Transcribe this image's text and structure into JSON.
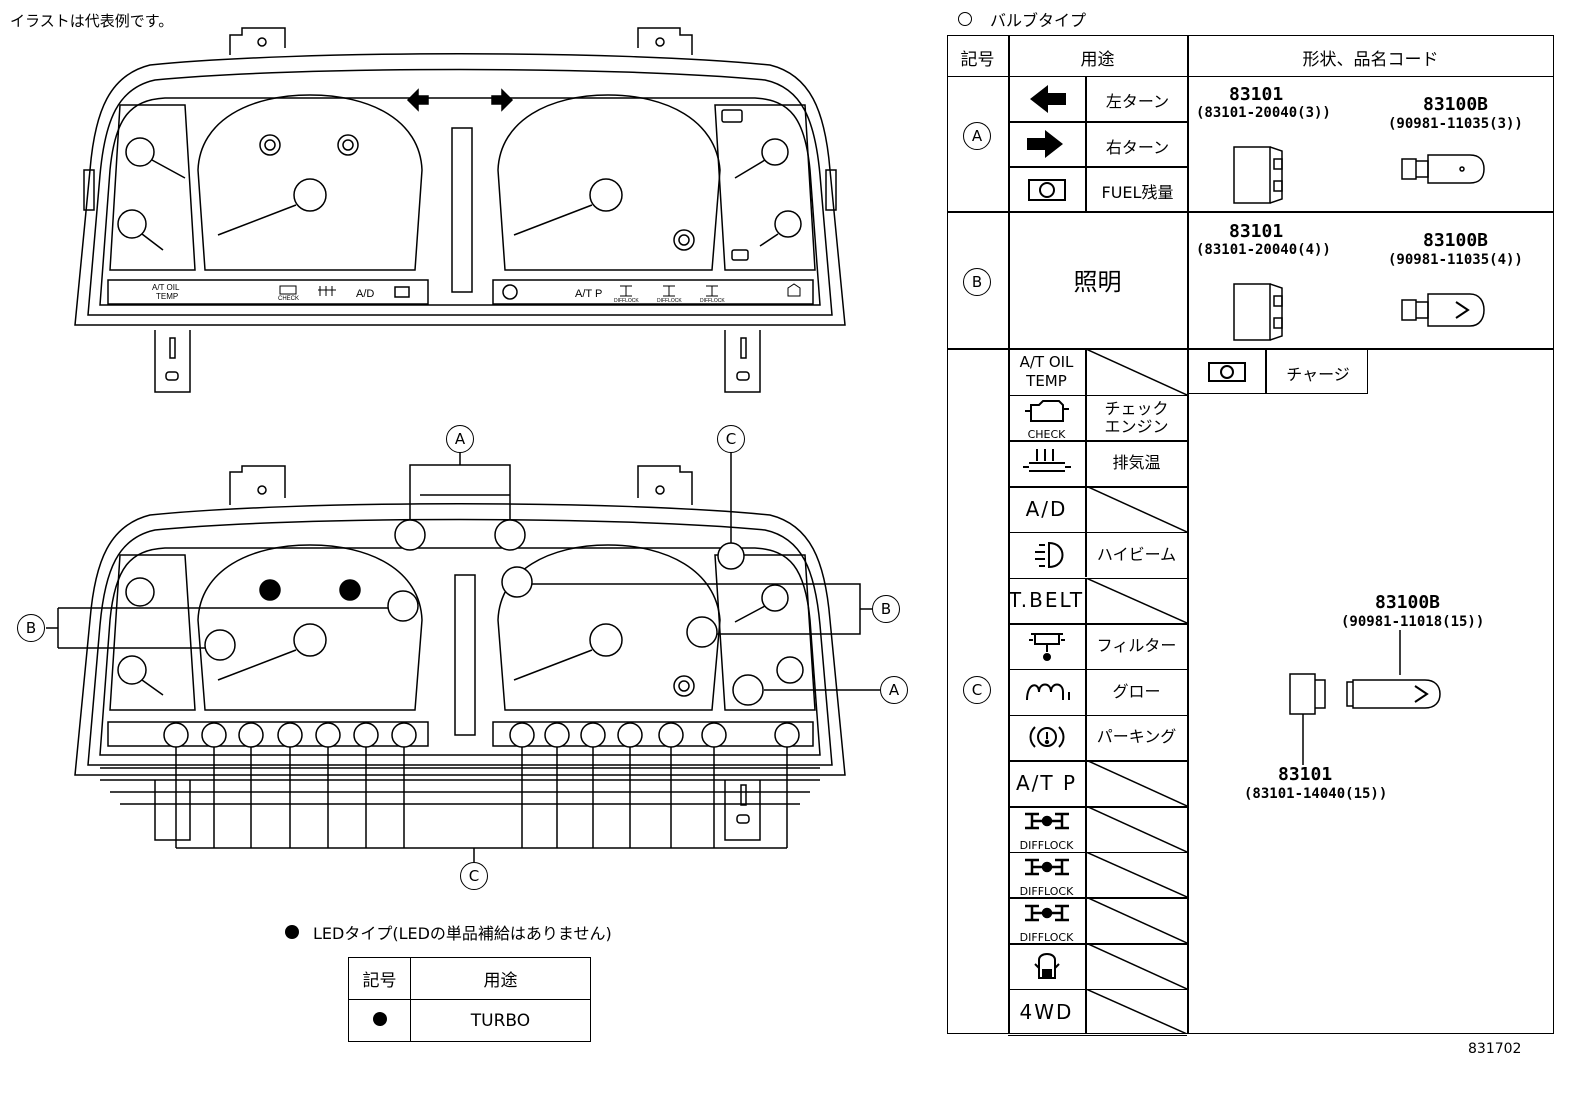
{
  "note": "イラストは代表例です。",
  "legend": {
    "bulb_type": "バルブタイプ",
    "led_type": "LEDタイプ(LEDの単品補給はありません)"
  },
  "callouts": {
    "a": "A",
    "b": "B",
    "c": "C"
  },
  "panel_labels": {
    "at_oil": "A/T OIL",
    "temp": "TEMP",
    "check": "CHECK",
    "ad": "A/D",
    "atp": "A/T P",
    "difflock": "DIFFLOCK"
  },
  "led_table": {
    "headers": [
      "記号",
      "用途"
    ],
    "rows": [
      {
        "use": "TURBO"
      }
    ]
  },
  "bulb_table": {
    "headers": [
      "記号",
      "用途",
      "形状、品名コード"
    ],
    "group_a": {
      "symbol": "A",
      "rows": [
        "左ターン",
        "右ターン",
        "FUEL残量"
      ],
      "part1": {
        "num": "83101",
        "code": "(83101-20040(3))"
      },
      "part2": {
        "num": "83100B",
        "code": "(90981-11035(3))"
      }
    },
    "group_b": {
      "symbol": "B",
      "use": "照明",
      "part1": {
        "num": "83101",
        "code": "(83101-20040(4))"
      },
      "part2": {
        "num": "83100B",
        "code": "(90981-11035(4))"
      }
    },
    "group_c": {
      "symbol": "C",
      "rows": [
        {
          "icon": "A/T OIL TEMP",
          "use": ""
        },
        {
          "icon": "CHECK",
          "use": "チェック\nエンジン"
        },
        {
          "icon": "exhaust-temp",
          "use": "排気温"
        },
        {
          "icon": "A/D",
          "use": ""
        },
        {
          "icon": "high-beam",
          "use": "ハイビーム"
        },
        {
          "icon": "T.BELT",
          "use": ""
        },
        {
          "icon": "filter",
          "use": "フィルター"
        },
        {
          "icon": "glow",
          "use": "グロー"
        },
        {
          "icon": "parking",
          "use": "パーキング"
        },
        {
          "icon": "A/T P",
          "use": ""
        },
        {
          "icon": "DIFFLOCK",
          "use": ""
        },
        {
          "icon": "DIFFLOCK",
          "use": ""
        },
        {
          "icon": "DIFFLOCK",
          "use": ""
        },
        {
          "icon": "door",
          "use": ""
        },
        {
          "icon": "4WD",
          "use": ""
        }
      ],
      "charge": "チャージ",
      "part1": {
        "num": "83100B",
        "code": "(90981-11018(15))"
      },
      "part2": {
        "num": "83101",
        "code": "(83101-14040(15))"
      }
    }
  },
  "drawing_number": "831702"
}
